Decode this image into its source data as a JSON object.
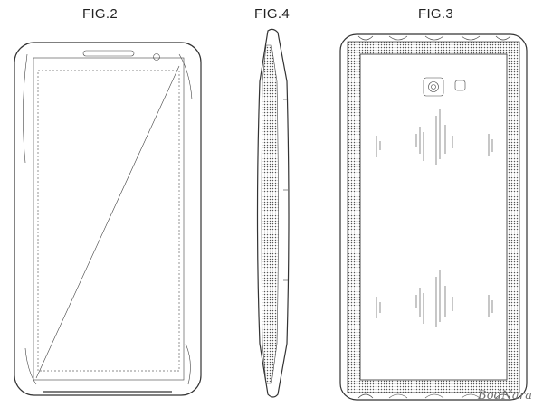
{
  "figures": {
    "fig2": {
      "label": "FIG.2"
    },
    "fig4": {
      "label": "FIG.4"
    },
    "fig3": {
      "label": "FIG.3"
    }
  },
  "watermark": {
    "text": "BodNara"
  },
  "colors": {
    "line": "#333333",
    "dots": "#555555",
    "background": "#ffffff"
  }
}
